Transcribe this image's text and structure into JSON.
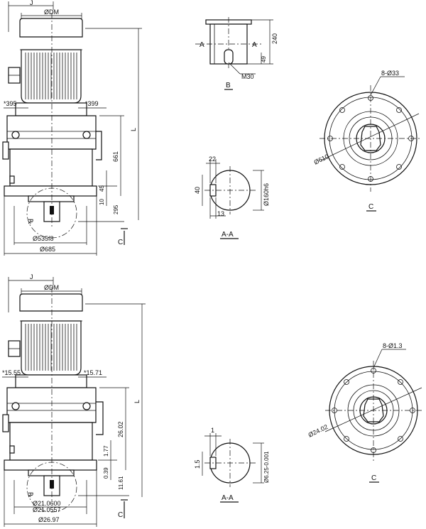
{
  "metric": {
    "j": "J",
    "dm": "ØDM",
    "left_offset": "*395",
    "right_offset": "*399",
    "length": "L",
    "h661": "661",
    "h45": "45",
    "h10": "10",
    "h295": "295",
    "d535": "Ø535f8",
    "d685": "Ø685",
    "view_c_arrow": "C",
    "rotation_mark": "℞",
    "shaft": {
      "h240": "240",
      "h49": "49",
      "section": "A",
      "thread": "M30",
      "view_b": "B"
    },
    "key": {
      "w22": "22",
      "h40": "40",
      "d160": "Ø160h6",
      "w13": "13",
      "label": "A-A"
    },
    "flange": {
      "holes": "8-Ø33",
      "pcd": "Ø610",
      "label": "C"
    }
  },
  "imperial": {
    "j": "J",
    "dm": "ØDM",
    "left_offset": "*15.55",
    "right_offset": "*15.71",
    "length": "L",
    "h2602": "26.02",
    "h177": "1.77",
    "h039": "0.39",
    "h1161": "11.61",
    "d1": "Ø21.0600",
    "d2": "Ø21.0557",
    "d2697": "Ø26.97",
    "view_c_arrow": "C",
    "rotation_mark": "℞",
    "key": {
      "w1": "1",
      "h15": "1.5",
      "d625": "Ø6.25-0.001",
      "label": "A-A"
    },
    "flange": {
      "holes": "8-Ø1.3",
      "pcd": "Ø24.02",
      "label": "C"
    }
  }
}
